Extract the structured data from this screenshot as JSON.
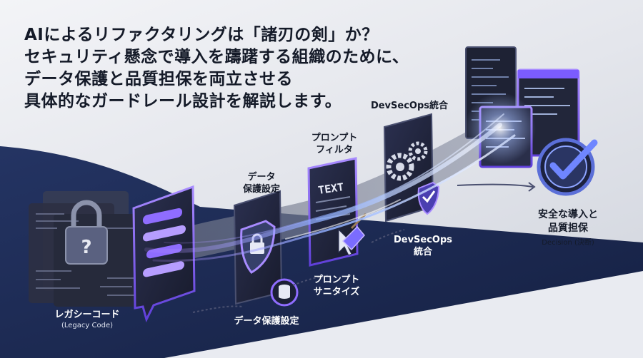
{
  "headline": {
    "lines": [
      "AIによるリファクタリングは「諸刃の剣」か？",
      "セキュリティ懸念で導入を躊躇する組織のために、",
      "データ保護と品質担保を両立させる",
      "具体的なガードレール設計を解説します。"
    ]
  },
  "stages": {
    "legacy": {
      "label": "レガシーコード",
      "sub": "(Legacy Code)",
      "icon": "padlock-question-icon"
    },
    "data_protection": {
      "label": "データ保護設定",
      "top_label_1": "データ",
      "top_label_2": "保護設定",
      "icon": "shield-lock-icon",
      "badge_icon": "database-icon"
    },
    "prompt": {
      "label_1": "プロンプト",
      "label_2": "サニタイズ",
      "top_label_1": "プロンプト",
      "top_label_2": "フィルタ",
      "card_text": "TEXT",
      "icon": "broom-icon"
    },
    "devsecops": {
      "label_1": "DevSecOps",
      "label_2": "統合",
      "top_label": "DevSecOps統合",
      "icon": "gears-shield-icon"
    },
    "decision": {
      "label_1": "安全な導入と",
      "label_2": "品質担保",
      "sub": "Decision (決断)",
      "icon": "check-circle-icon"
    }
  },
  "colors": {
    "accent": "#7b5cff",
    "panel_dark": "#1f2336",
    "navy": "#1c2a52",
    "flow": "#8fb0ff"
  }
}
